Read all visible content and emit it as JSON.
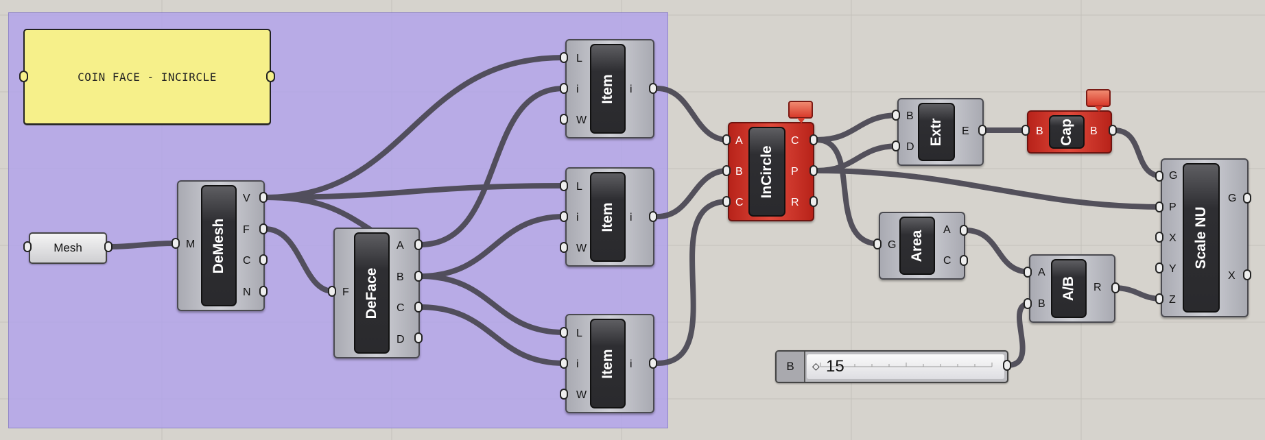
{
  "note": {
    "text": "COIN FACE - INCIRCLE"
  },
  "mesh_param": {
    "label": "Mesh"
  },
  "components": {
    "demesh": {
      "label": "DeMesh",
      "inputs": [
        "M"
      ],
      "outputs": [
        "V",
        "F",
        "C",
        "N"
      ]
    },
    "deface": {
      "label": "DeFace",
      "inputs": [
        "F"
      ],
      "outputs": [
        "A",
        "B",
        "C",
        "D"
      ]
    },
    "item1": {
      "label": "Item",
      "inputs": [
        "L",
        "i",
        "W"
      ],
      "outputs": [
        "i"
      ]
    },
    "item2": {
      "label": "Item",
      "inputs": [
        "L",
        "i",
        "W"
      ],
      "outputs": [
        "i"
      ]
    },
    "item3": {
      "label": "Item",
      "inputs": [
        "L",
        "i",
        "W"
      ],
      "outputs": [
        "i"
      ]
    },
    "incircle": {
      "label": "InCircle",
      "inputs": [
        "A",
        "B",
        "C"
      ],
      "outputs": [
        "C",
        "P",
        "R"
      ]
    },
    "extr": {
      "label": "Extr",
      "inputs": [
        "B",
        "D"
      ],
      "outputs": [
        "E"
      ]
    },
    "cap": {
      "label": "Cap",
      "inputs": [
        "B"
      ],
      "outputs": [
        "B"
      ]
    },
    "area": {
      "label": "Area",
      "inputs": [
        "G"
      ],
      "outputs": [
        "A",
        "C"
      ]
    },
    "divide": {
      "label": "A/B",
      "inputs": [
        "A",
        "B"
      ],
      "outputs": [
        "R"
      ]
    },
    "scale": {
      "label": "Scale NU",
      "inputs": [
        "G",
        "P",
        "X",
        "Y",
        "Z"
      ],
      "outputs": [
        "G",
        "X"
      ]
    }
  },
  "slider": {
    "name": "B",
    "value": "15",
    "knob": "◇"
  },
  "colors": {
    "canvas": "#d6d3cd",
    "group": "#b1a2ec",
    "note": "#f6f08a",
    "warning": "#d8392a",
    "wire": "#4c4a55"
  },
  "icons": {
    "warning": "warning-balloon-icon"
  }
}
